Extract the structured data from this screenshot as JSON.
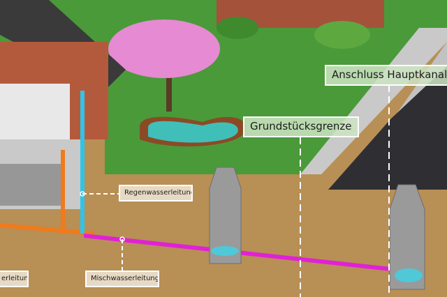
{
  "labels": {
    "main_sewer": "Anschluss Hauptkanal",
    "property_line": "Grundstücksgrenze",
    "rainwater_pipe": "Regenwasserleitung",
    "combined_pipe": "Mischwasserleitung",
    "wastewater_pipe_partial": "erleitung"
  },
  "colors": {
    "rainwater": "#2fc4ea",
    "wastewater": "#f07a1c",
    "combined": "#e021d6",
    "grass": "#4a9a3a",
    "soil": "#b88f55",
    "road": "#2f2f33"
  }
}
